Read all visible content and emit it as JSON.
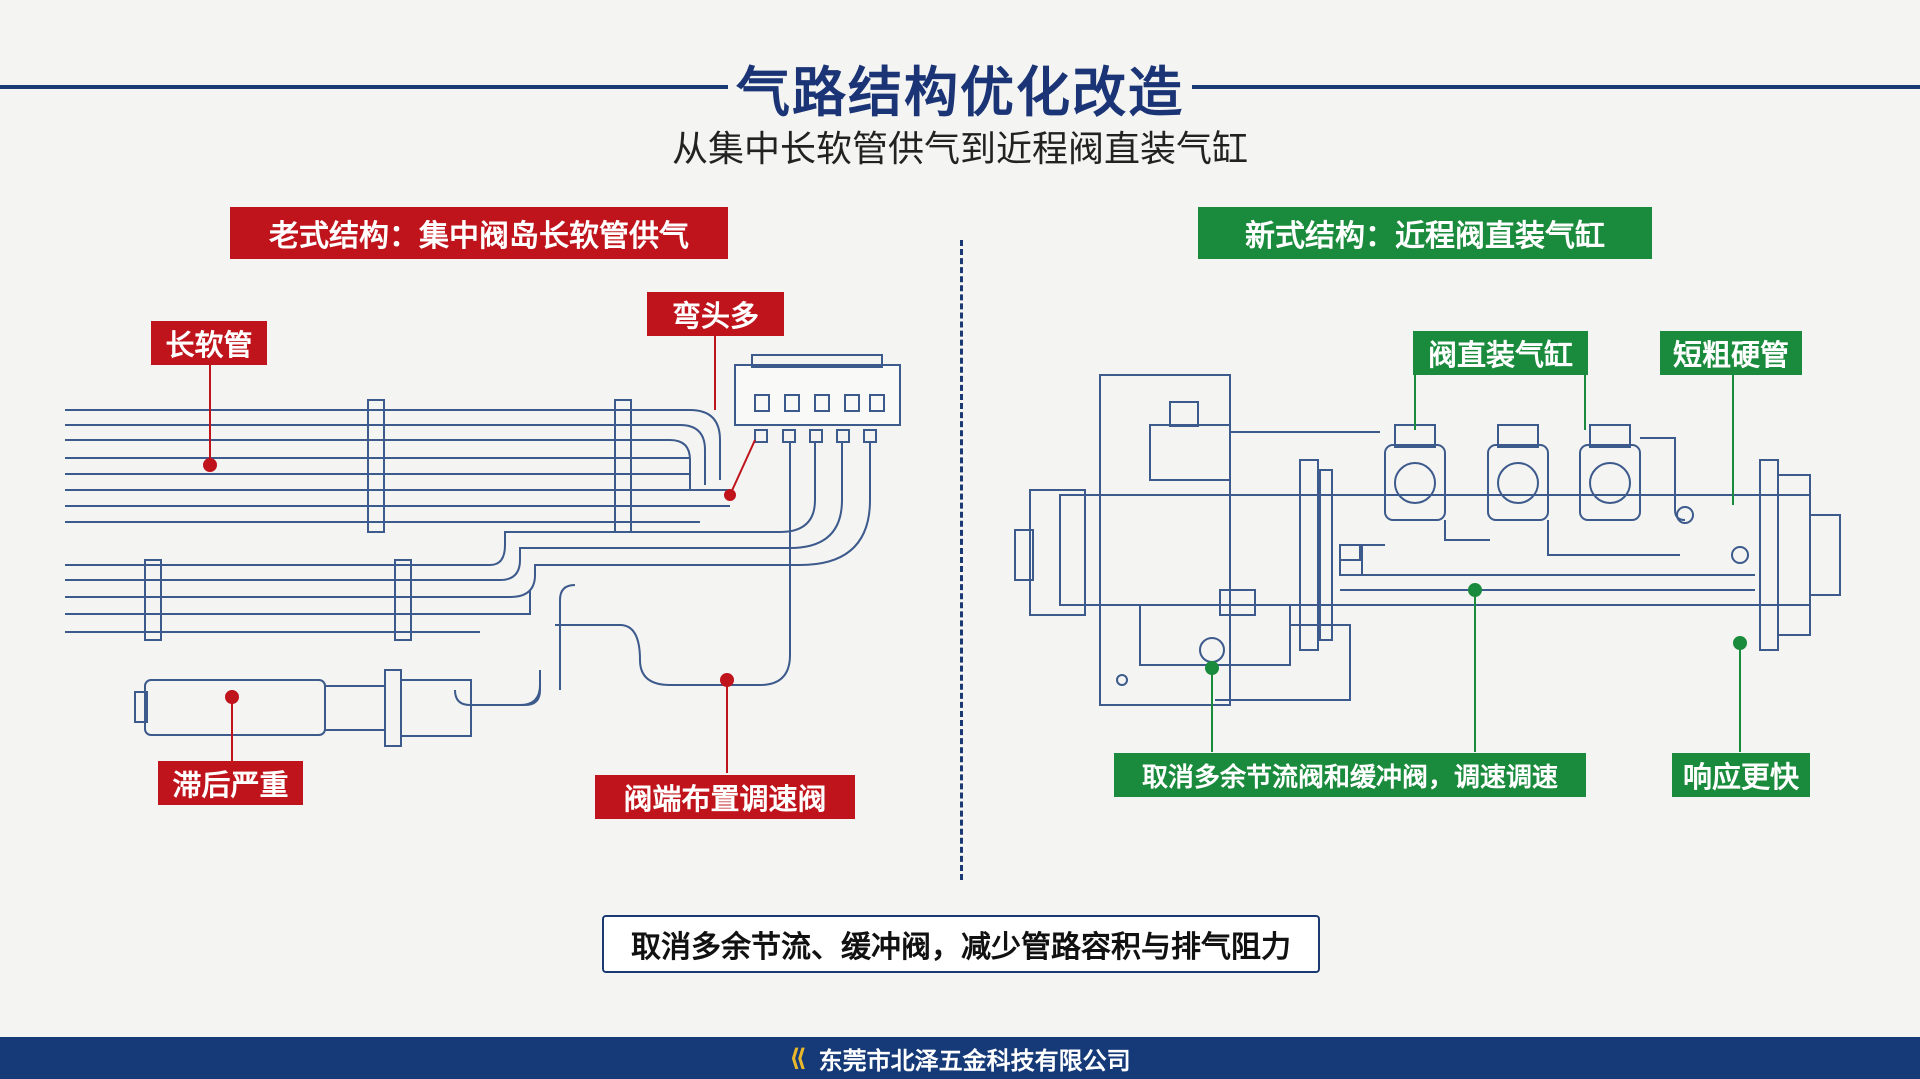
{
  "title": "气路结构优化改造",
  "subtitle": "从集中长软管供气到近程阀直装气缸",
  "left_panel": {
    "header": "老式结构：集中阀岛长软管供气",
    "labels": {
      "long_hose": "长软管",
      "many_elbows": "弯头多",
      "severe_lag": "滞后严重",
      "end_speed_valve": "阀端布置调速阀"
    }
  },
  "right_panel": {
    "header": "新式结构：近程阀直装气缸",
    "labels": {
      "valve_on_cylinder": "阀直装气缸",
      "short_rigid_pipe": "短粗硬管",
      "cancel_valves": "取消多余节流阀和缓冲阀，调速调速",
      "faster_response": "响应更快"
    }
  },
  "summary": "取消多余节流、缓冲阀，减少管路容积与排气阻力",
  "footer": {
    "company": "东莞市北泽五金科技有限公司",
    "logo_icon": "company-logo-icon"
  },
  "colors": {
    "navy": "#1b3a73",
    "red": "#c0141c",
    "green": "#1a8b3c",
    "line": "#3d5a8c"
  }
}
